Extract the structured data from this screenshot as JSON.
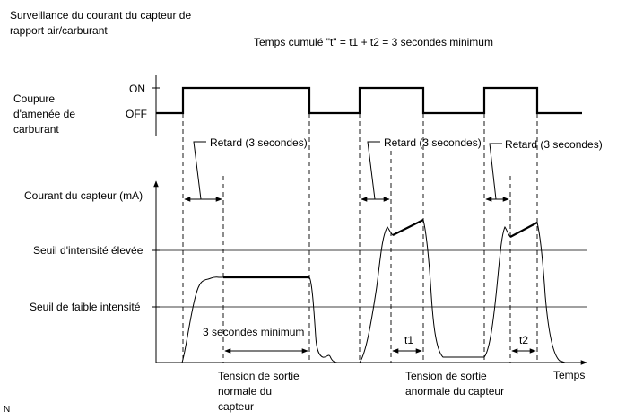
{
  "title_lines": [
    "Surveillance du courant du capteur de",
    "rapport air/carburant"
  ],
  "cumulative_time": "Temps cumulé \"t\" = t1 + t2 = 3 secondes minimum",
  "fuel_cut": {
    "label_lines": [
      "Coupure",
      "d'amenée de",
      "carburant"
    ],
    "on_label": "ON",
    "off_label": "OFF"
  },
  "delay_labels": [
    "Retard (3 secondes)",
    "Retard (3 secondes)",
    "Retard (3 secondes)"
  ],
  "sensor_current_label": "Courant du capteur (mA)",
  "high_threshold_label": "Seuil d'intensité élevée",
  "low_threshold_label": "Seuil de faible intensité",
  "min_duration_label": "3 secondes minimum",
  "t1_label": "t1",
  "t2_label": "t2",
  "time_axis_label": "Temps",
  "normal_output_lines": [
    "Tension de sortie",
    "normale du",
    "capteur"
  ],
  "abnormal_output_lines": [
    "Tension de sortie",
    "anormale du capteur"
  ],
  "corner_mark": "N"
}
